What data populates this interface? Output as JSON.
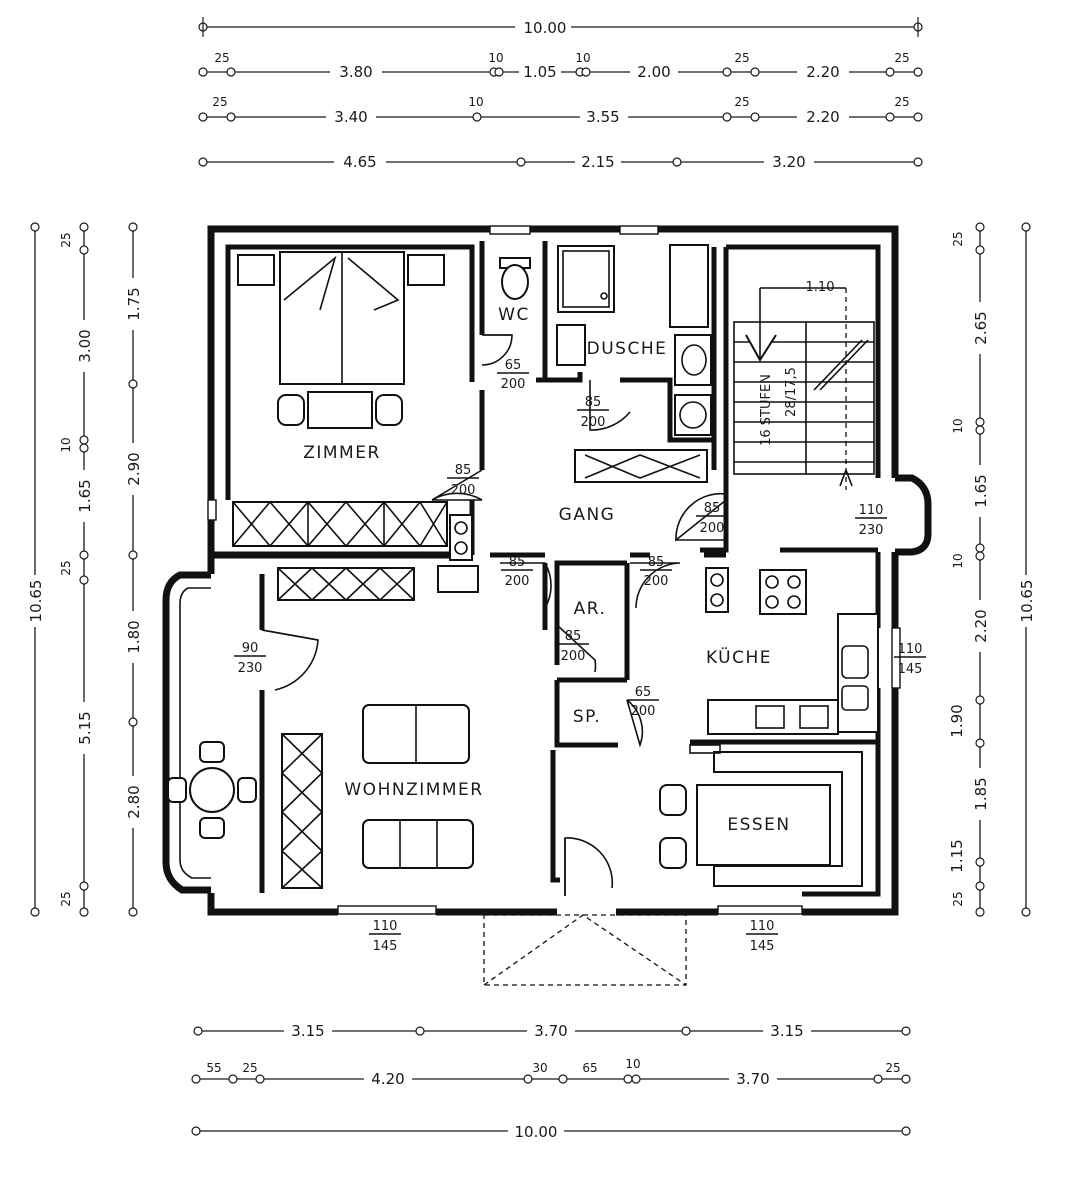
{
  "dimensions": {
    "top": {
      "overall": "10.00",
      "row1": [
        "25",
        "3.80",
        "10",
        "1.05",
        "10",
        "2.00",
        "25",
        "2.20",
        "25"
      ],
      "row2": [
        "25",
        "3.40",
        "10",
        "3.55",
        "25",
        "2.20",
        "25"
      ],
      "row3": [
        "4.65",
        "2.15",
        "3.20"
      ]
    },
    "bottom": {
      "row1": [
        "3.15",
        "3.70",
        "3.15"
      ],
      "row2": [
        "55",
        "25",
        "4.20",
        "30",
        "65",
        "10",
        "3.70",
        "25"
      ],
      "overall": "10.00"
    },
    "left": {
      "overall": "10.65",
      "detail": [
        "25",
        "3.00",
        "10",
        "1.65",
        "25",
        "5.15",
        "25"
      ],
      "mid": [
        "1.75",
        "2.90",
        "1.80",
        "2.80"
      ]
    },
    "right": {
      "overall": "10.65",
      "detail": [
        "25",
        "2.65",
        "10",
        "1.65",
        "10",
        "2.20",
        "1.90",
        "1.85",
        "1.15",
        "25"
      ]
    }
  },
  "rooms": {
    "zimmer": "ZIMMER",
    "wc": "WC",
    "dusche": "DUSCHE",
    "gang": "GANG",
    "ar": "AR.",
    "sp": "SP.",
    "kueche": "KÜCHE",
    "wohnzimmer": "WOHNZIMMER",
    "essen": "ESSEN"
  },
  "stairs": {
    "steps": "16 STUFEN",
    "ratio": "28/17,5",
    "width": "1.10"
  },
  "openings": {
    "wc_door": [
      "65",
      "200"
    ],
    "dusche_door": [
      "85",
      "200"
    ],
    "zimmer_door": [
      "85",
      "200"
    ],
    "stair_door": [
      "85",
      "200"
    ],
    "stair_window": [
      "110",
      "230"
    ],
    "wohn_door": [
      "85",
      "200"
    ],
    "kueche_door": [
      "85",
      "200"
    ],
    "ar_door": [
      "85",
      "200"
    ],
    "sp_door": [
      "65",
      "200"
    ],
    "terrace_door": [
      "90",
      "230"
    ],
    "kueche_window": [
      "110",
      "145"
    ],
    "wohn_window": [
      "110",
      "145"
    ],
    "essen_window": [
      "110",
      "145"
    ]
  }
}
